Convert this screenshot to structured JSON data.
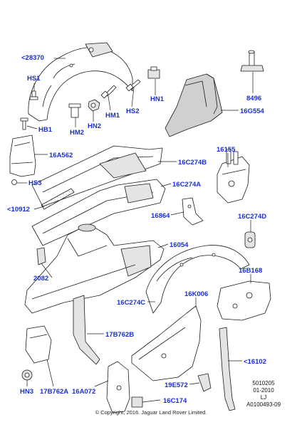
{
  "callouts": {
    "p28370": "<28370",
    "hs1": "HS1",
    "hn1": "HN1",
    "p8496": "8496",
    "hm1": "HM1",
    "hs2": "HS2",
    "p16g554": "16G554",
    "hb1": "HB1",
    "hm2": "HM2",
    "hn2": "HN2",
    "p16a562": "16A562",
    "p16155": "16155",
    "p16c274b": "16C274B",
    "hs3": "HS3",
    "p16c274a": "16C274A",
    "p10912": "<10912",
    "p16864": "16864",
    "p16c274d": "16C274D",
    "p16054": "16054",
    "p2082": "2082",
    "p16b168": "16B168",
    "p16k006": "16K006",
    "p16c274c": "16C274C",
    "p17b762b": "17B762B",
    "p16102": "<16102",
    "hn3": "HN3",
    "p17b762a": "17B762A",
    "p16a072": "16A072",
    "p19e572": "19E572",
    "p16c174": "16C174"
  },
  "reference": {
    "line1": "5010205",
    "line2": "01-2010",
    "line3": "LJ",
    "line4": "A0100493-09"
  },
  "copyright": "© Copyright, 2016. Jaguar Land Rover Limited.",
  "colors": {
    "callout": "#1a2fd6",
    "line": "#1a1a1a",
    "part_fill": "#ffffff",
    "part_shade": "#d9d9d9"
  }
}
